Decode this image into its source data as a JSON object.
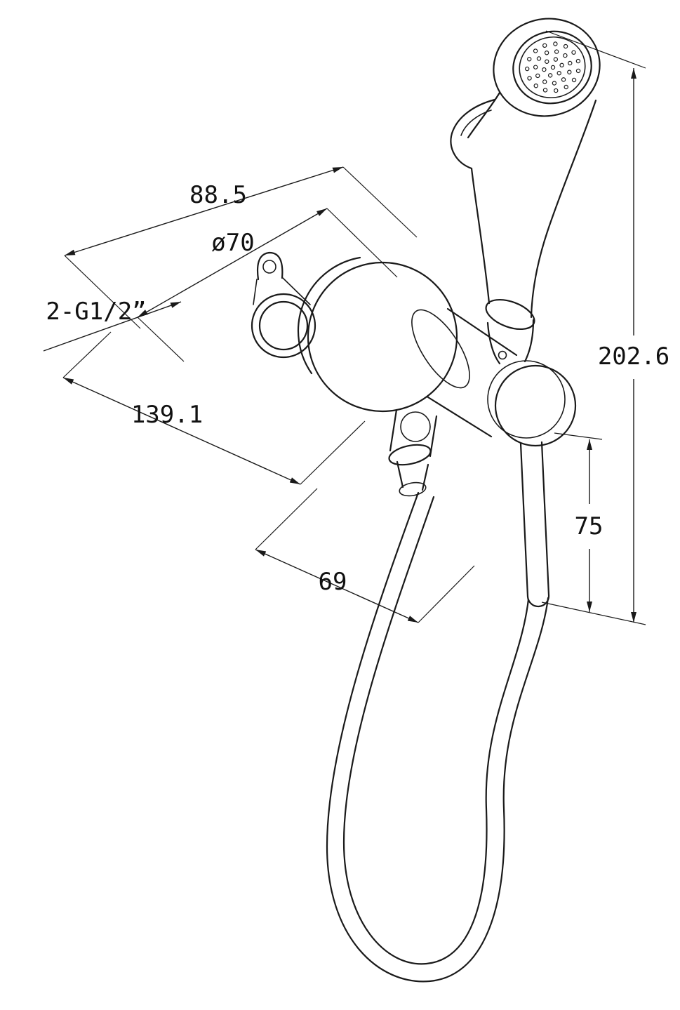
{
  "colors": {
    "background": "#ffffff",
    "line": "#1a1a1a"
  },
  "dimensions": {
    "width_top": "88.5",
    "flange_diameter": "ø70",
    "thread_spec": "2-G1/2”",
    "depth": "139.1",
    "overall_height": "202.6",
    "hose_drop": "75",
    "outlet_offset": "69"
  }
}
